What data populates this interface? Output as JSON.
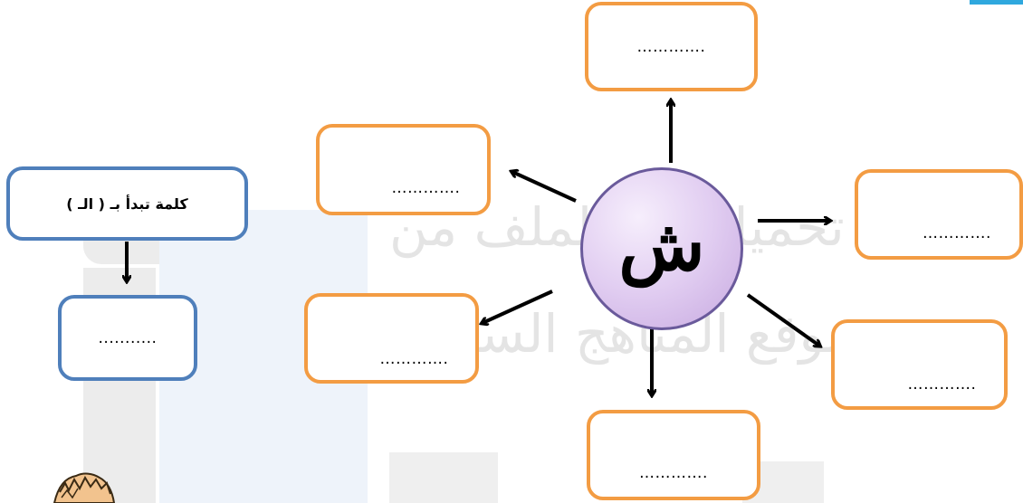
{
  "center": {
    "letter": "ش"
  },
  "boxes": {
    "top": "………….",
    "upper_left": "………….",
    "right": "………….",
    "lower_left": "………….",
    "lower_right": "………….",
    "bottom": "…………."
  },
  "clue": {
    "title": "كلمة تبدأ بـ ( الـ )",
    "answer": "..........."
  },
  "watermark": {
    "line1": "تم تحميل هذا الملف من",
    "line2": "موقع المناهج السعودية"
  },
  "colors": {
    "orange_border": "#f39c43",
    "blue_border": "#4f7fbb",
    "hub_fill": "#d9c4ee",
    "accent_strip": "#2fa8de"
  }
}
